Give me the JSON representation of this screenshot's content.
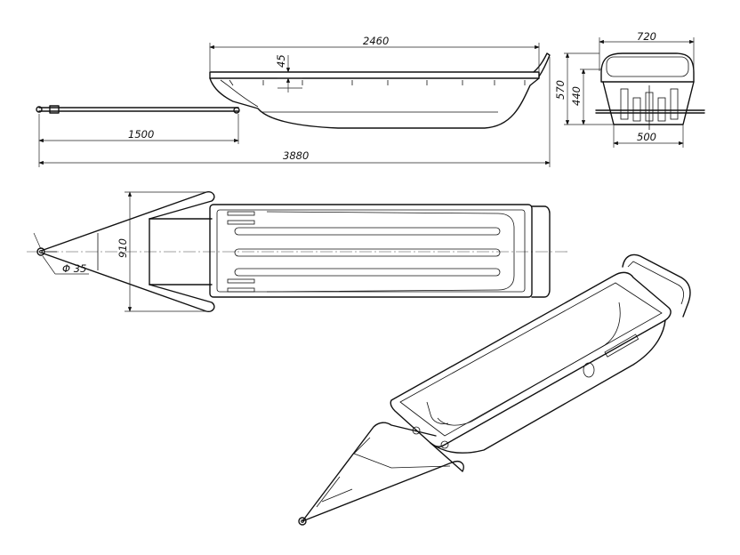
{
  "dimensions": {
    "sled_length": "2460",
    "wall_offset": "45",
    "drawbar_length": "1500",
    "overall_length": "3880",
    "width_top": "720",
    "height_overall": "570",
    "height_body": "440",
    "width_bottom": "500",
    "frame_width": "910",
    "hitch_diameter": "Φ 35"
  }
}
